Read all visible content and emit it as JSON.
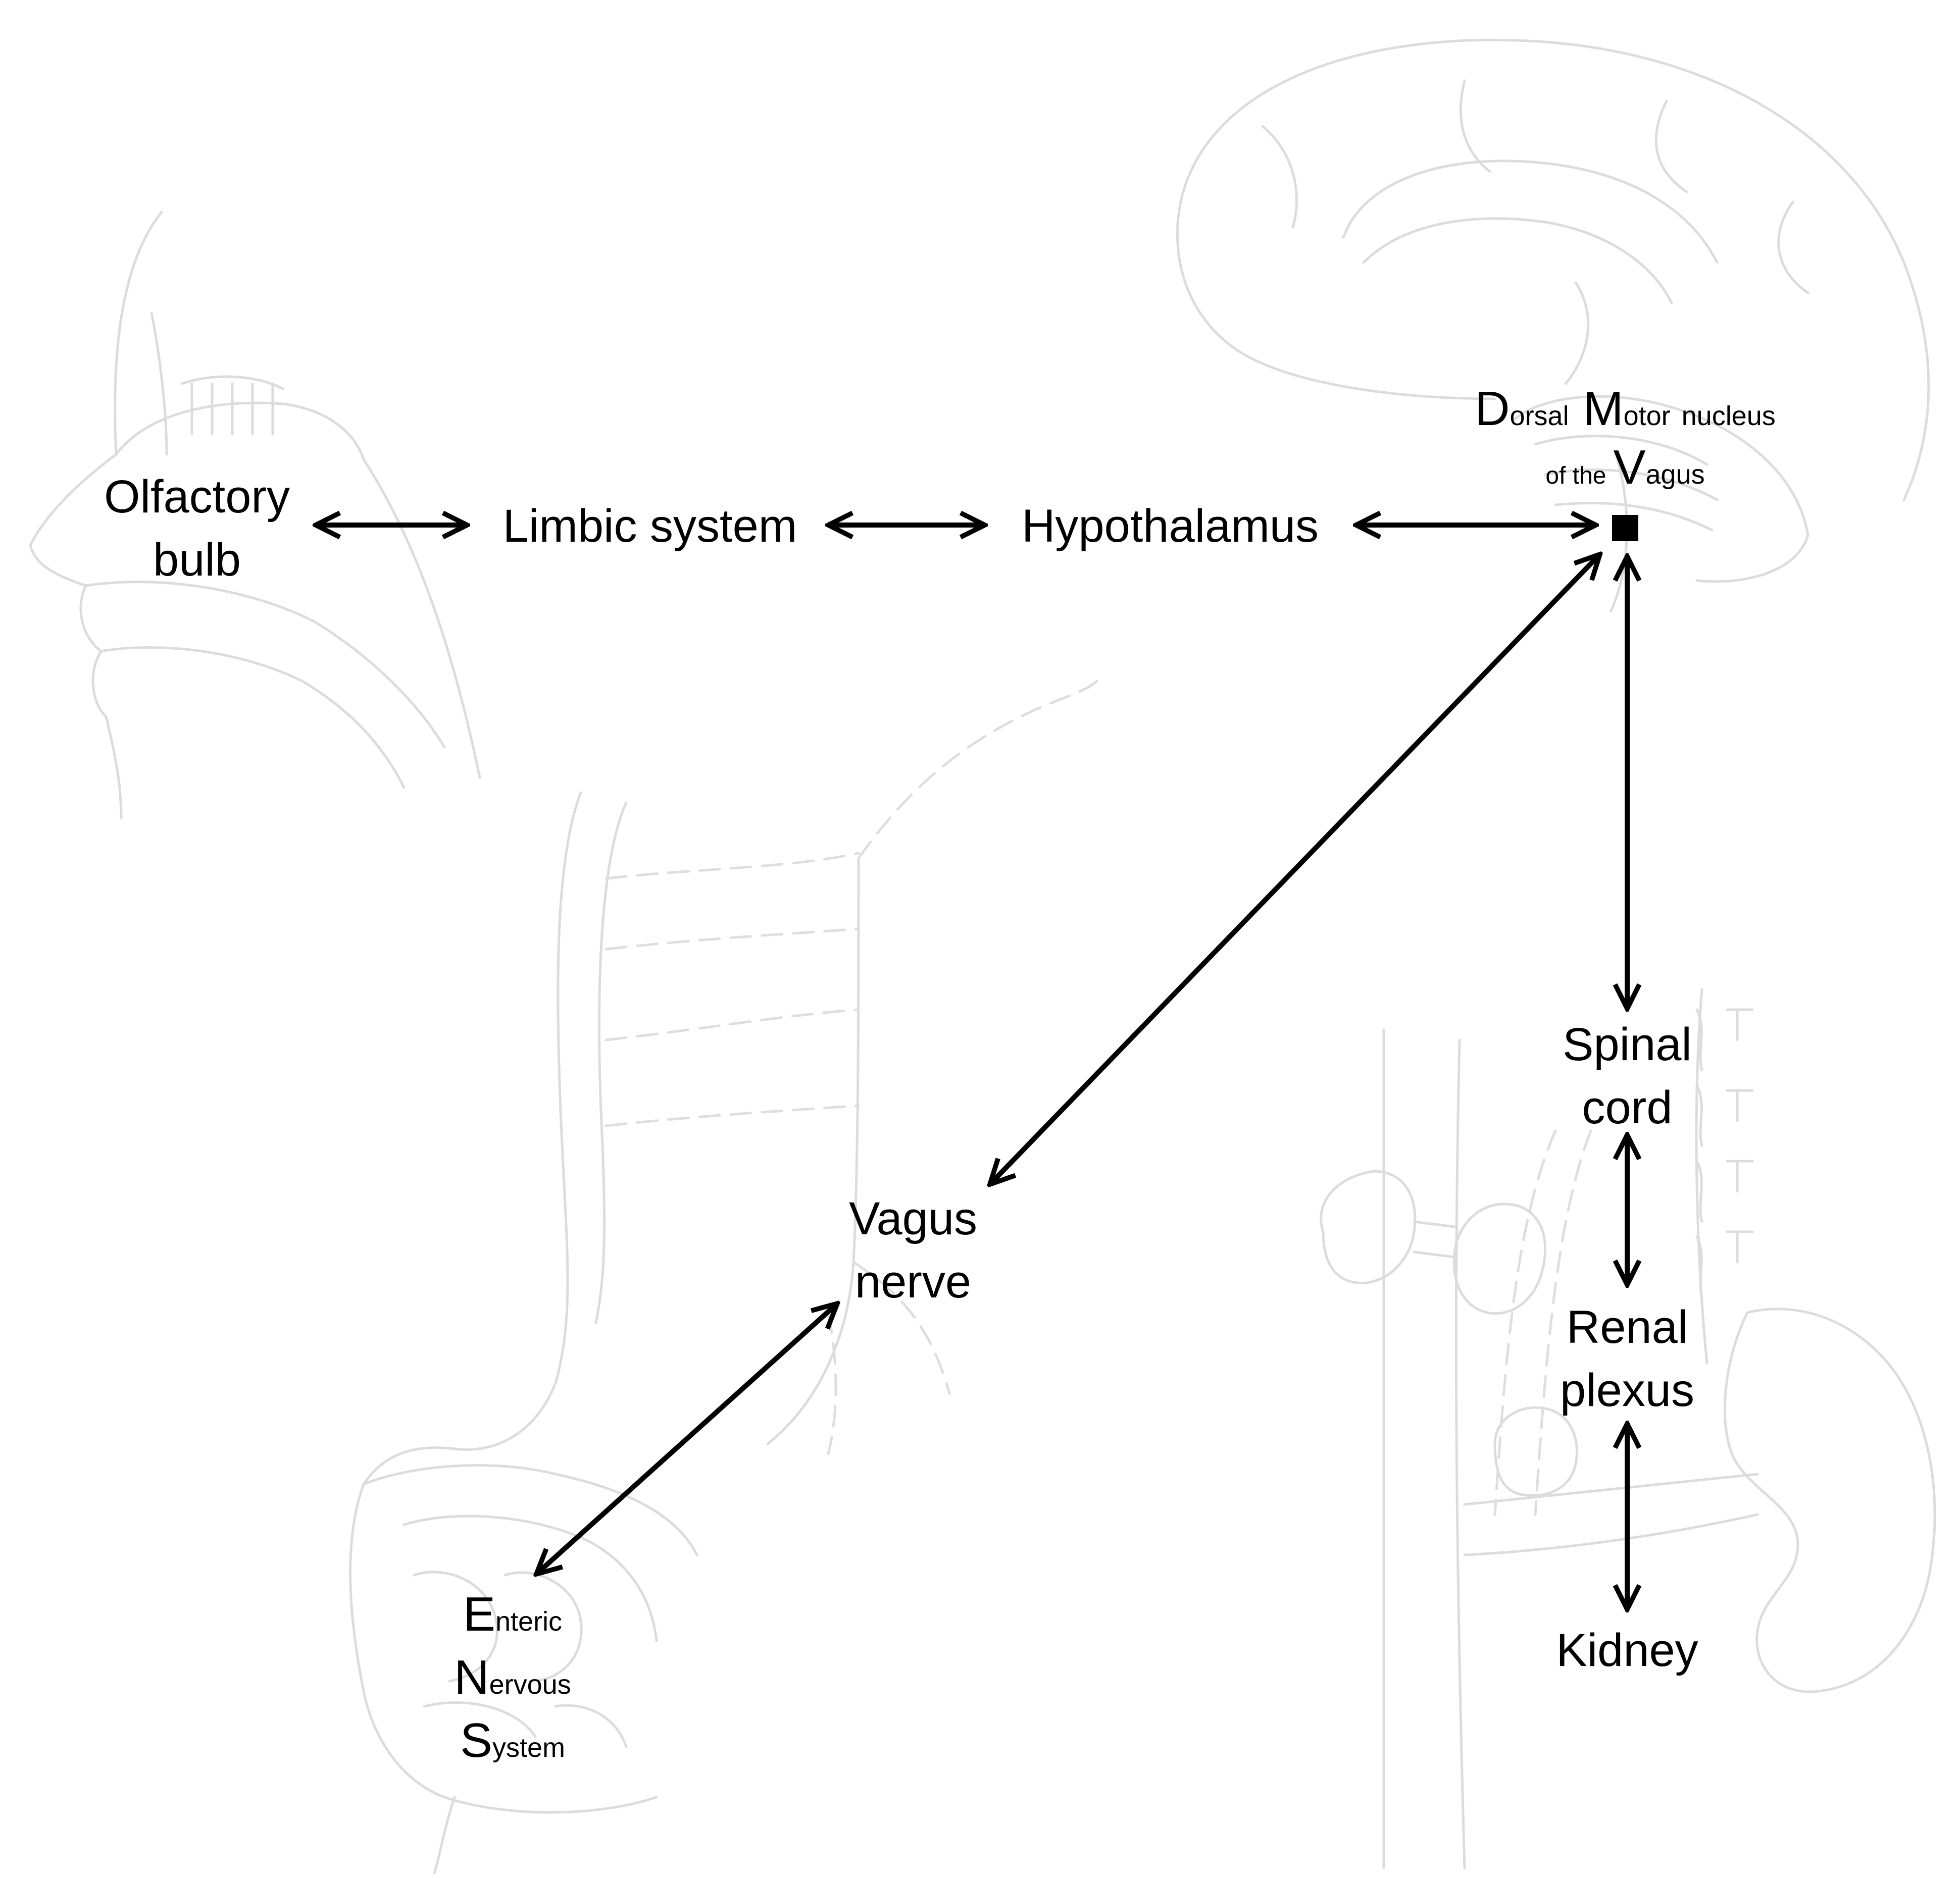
{
  "nodes": {
    "olfactory": {
      "line1": "Olfactory",
      "line2": "bulb"
    },
    "limbic": {
      "label": "Limbic system"
    },
    "hypothalamus": {
      "label": "Hypothalamus"
    },
    "dmv": {
      "cap1": "D",
      "rest1": "orsal",
      "cap2": "M",
      "rest2": "otor",
      "rest3": "nucleus",
      "pre4": "of the",
      "cap4": "V",
      "rest4": "agus"
    },
    "spinal": {
      "line1": "Spinal",
      "line2": "cord"
    },
    "renal": {
      "line1": "Renal",
      "line2": "plexus"
    },
    "kidney": {
      "label": "Kidney"
    },
    "vagus": {
      "line1": "Vagus",
      "line2": "nerve"
    },
    "ens": {
      "cap1": "E",
      "rest1": "nteric",
      "cap2": "N",
      "rest2": "ervous",
      "cap3": "S",
      "rest3": "ystem"
    }
  },
  "colors": {
    "arrows": "#000000",
    "background_sketch": "#dcdcdc"
  },
  "connections": [
    "Olfactory bulb <-> Limbic system",
    "Limbic system <-> Hypothalamus",
    "Hypothalamus <-> Dorsal Motor nucleus of the Vagus",
    "Dorsal Motor nucleus of the Vagus <-> Spinal cord",
    "Dorsal Motor nucleus of the Vagus <-> Vagus nerve",
    "Vagus nerve <-> Enteric Nervous System",
    "Spinal cord <-> Renal plexus",
    "Renal plexus <-> Kidney"
  ]
}
